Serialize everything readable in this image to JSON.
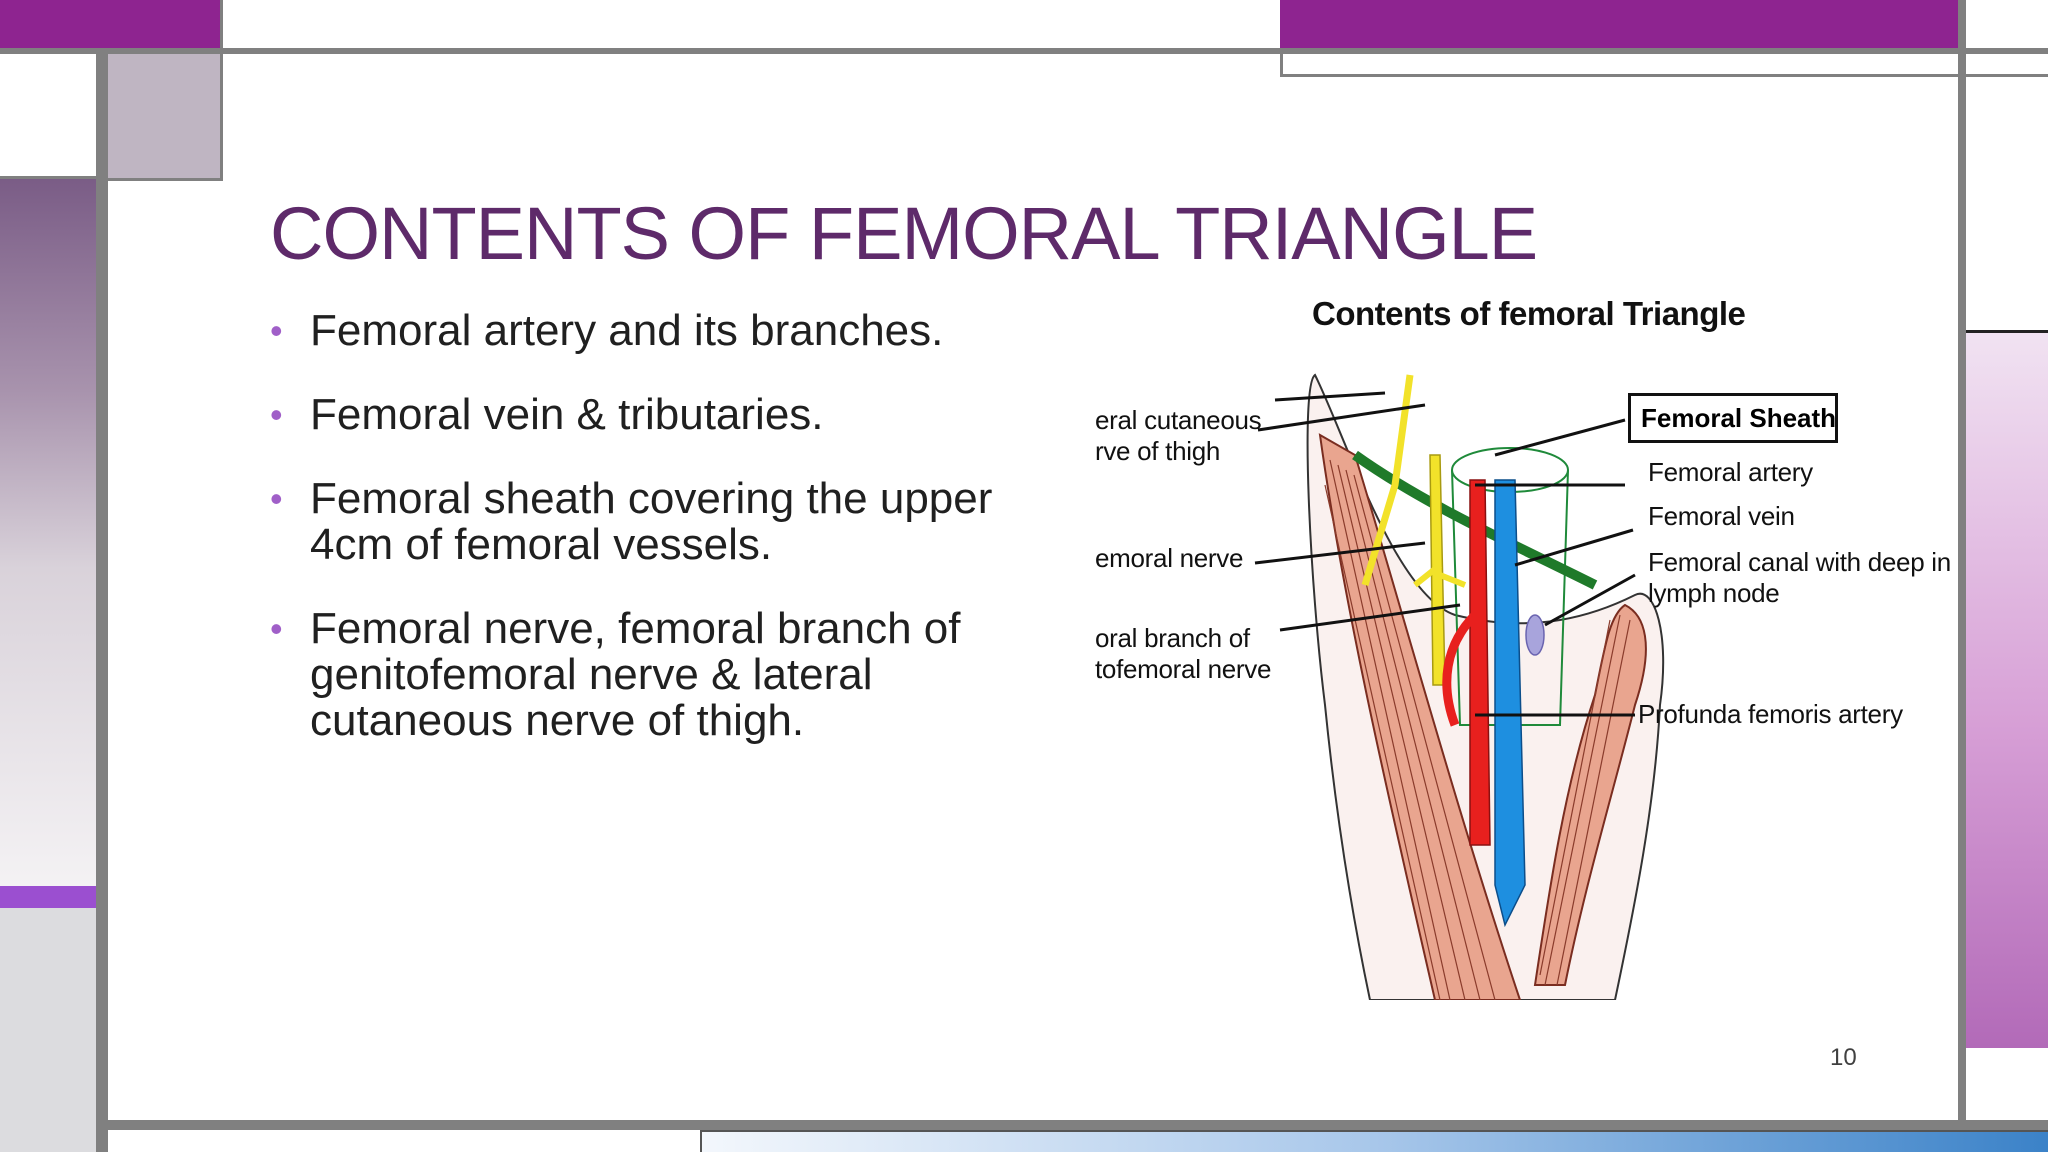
{
  "slide": {
    "title": "CONTENTS OF FEMORAL TRIANGLE",
    "bullets": [
      {
        "lines": [
          "Femoral artery and its branches."
        ]
      },
      {
        "lines": [
          "Femoral vein & tributaries."
        ]
      },
      {
        "lines": [
          "Femoral sheath covering the upper",
          "4cm of femoral vessels."
        ]
      },
      {
        "lines": [
          "Femoral nerve, femoral branch of",
          "genitofemoral nerve & lateral",
          "cutaneous nerve of thigh."
        ]
      }
    ],
    "bullet_glyph": "•",
    "page_number": "10"
  },
  "figure": {
    "title": "Contents of femoral Triangle",
    "labels": {
      "lateral_cutaneous_1": "eral cutaneous",
      "lateral_cutaneous_2": "rve of thigh",
      "femoral_nerve": "emoral nerve",
      "femoral_branch_1": "oral branch of",
      "femoral_branch_2": "tofemoral nerve",
      "femoral_sheath": "Femoral Sheath",
      "femoral_artery": "Femoral artery",
      "femoral_vein": "Femoral vein",
      "femoral_canal_1": "Femoral canal with deep in",
      "femoral_canal_2": "lymph node",
      "profunda": "Profunda femoris artery"
    }
  },
  "colors": {
    "frame_purple": "#8e2490",
    "frame_gray": "#808080",
    "title": "#5e2a6a",
    "bullet_dot": "#a05fc8",
    "artery": "#e8201e",
    "vein": "#1e8fe0",
    "muscle": "#e9a58f",
    "nerve": "#f2e22a",
    "sheath": "#1f8a3a"
  }
}
